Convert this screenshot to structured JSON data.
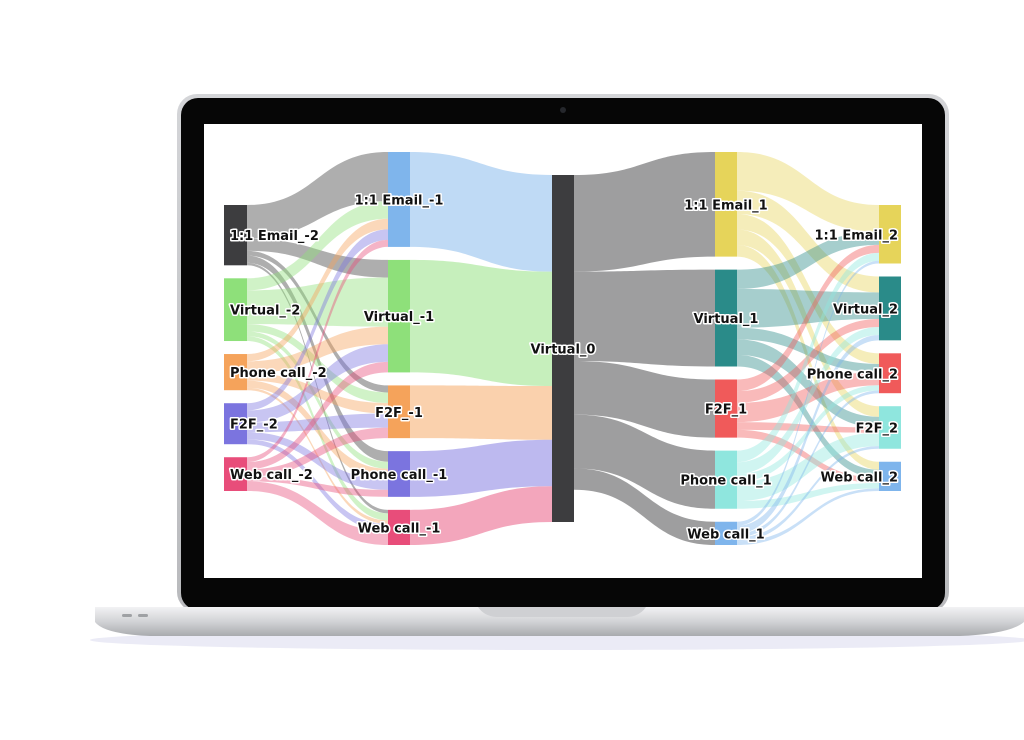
{
  "diagram": {
    "type": "sankey",
    "columns": [
      [
        "1:1 Email_-2",
        "Virtual_-2",
        "Phone call_-2",
        "F2F_-2",
        "Web call_-2"
      ],
      [
        "1:1 Email_-1",
        "Virtual_-1",
        "F2F_-1",
        "Phone call_-1",
        "Web call_-1"
      ],
      [
        "Virtual_0"
      ],
      [
        "1:1 Email_1",
        "Virtual_1",
        "F2F_1",
        "Phone call_1",
        "Web call_1"
      ],
      [
        "1:1 Email_2",
        "Virtual_2",
        "Phone call_2",
        "F2F_2",
        "Web call_2"
      ]
    ],
    "node_colors": {
      "1:1 Email_-2": "#3d3d3f",
      "Virtual_-2": "#8ee07a",
      "Phone call_-2": "#f5a35b",
      "F2F_-2": "#7b74df",
      "Web call_-2": "#e84d7a",
      "1:1 Email_-1": "#7fb5ec",
      "Virtual_-1": "#8ee07a",
      "F2F_-1": "#f5a35b",
      "Phone call_-1": "#7b74df",
      "Web call_-1": "#e84d7a",
      "Virtual_0": "#3d3d3f",
      "1:1 Email_1": "#e6d45a",
      "Virtual_1": "#2a8b89",
      "F2F_1": "#f05a5a",
      "Phone call_1": "#8fe6de",
      "Web call_1": "#7fb5ec",
      "1:1 Email_2": "#e6d45a",
      "Virtual_2": "#2a8b89",
      "Phone call_2": "#f05a5a",
      "F2F_2": "#8fe6de",
      "Web call_2": "#7fb5ec"
    },
    "links": [
      {
        "source": "1:1 Email_-2",
        "target": "1:1 Email_-1",
        "value": 14
      },
      {
        "source": "1:1 Email_-2",
        "target": "Virtual_-1",
        "value": 5
      },
      {
        "source": "1:1 Email_-2",
        "target": "F2F_-1",
        "value": 2
      },
      {
        "source": "1:1 Email_-2",
        "target": "Phone call_-1",
        "value": 3
      },
      {
        "source": "1:1 Email_-2",
        "target": "Web call_-1",
        "value": 1
      },
      {
        "source": "Virtual_-2",
        "target": "1:1 Email_-1",
        "value": 5
      },
      {
        "source": "Virtual_-2",
        "target": "Virtual_-1",
        "value": 14
      },
      {
        "source": "Virtual_-2",
        "target": "F2F_-1",
        "value": 3
      },
      {
        "source": "Virtual_-2",
        "target": "Phone call_-1",
        "value": 2
      },
      {
        "source": "Virtual_-2",
        "target": "Web call_-1",
        "value": 2
      },
      {
        "source": "Phone call_-2",
        "target": "1:1 Email_-1",
        "value": 3
      },
      {
        "source": "Phone call_-2",
        "target": "Virtual_-1",
        "value": 5
      },
      {
        "source": "Phone call_-2",
        "target": "F2F_-1",
        "value": 3
      },
      {
        "source": "Phone call_-2",
        "target": "Phone call_-1",
        "value": 3
      },
      {
        "source": "Phone call_-2",
        "target": "Web call_-1",
        "value": 1
      },
      {
        "source": "F2F_-2",
        "target": "1:1 Email_-1",
        "value": 3
      },
      {
        "source": "F2F_-2",
        "target": "Virtual_-1",
        "value": 5
      },
      {
        "source": "F2F_-2",
        "target": "F2F_-1",
        "value": 4
      },
      {
        "source": "F2F_-2",
        "target": "Phone call_-1",
        "value": 3
      },
      {
        "source": "F2F_-2",
        "target": "Web call_-1",
        "value": 2
      },
      {
        "source": "Web call_-2",
        "target": "1:1 Email_-1",
        "value": 2
      },
      {
        "source": "Web call_-2",
        "target": "Virtual_-1",
        "value": 3
      },
      {
        "source": "Web call_-2",
        "target": "F2F_-1",
        "value": 3
      },
      {
        "source": "Web call_-2",
        "target": "Phone call_-1",
        "value": 2
      },
      {
        "source": "Web call_-2",
        "target": "Web call_-1",
        "value": 4
      },
      {
        "source": "1:1 Email_-1",
        "target": "Virtual_0",
        "value": 27
      },
      {
        "source": "Virtual_-1",
        "target": "Virtual_0",
        "value": 32
      },
      {
        "source": "F2F_-1",
        "target": "Virtual_0",
        "value": 15
      },
      {
        "source": "Phone call_-1",
        "target": "Virtual_0",
        "value": 13
      },
      {
        "source": "Web call_-1",
        "target": "Virtual_0",
        "value": 10
      },
      {
        "source": "Virtual_0",
        "target": "1:1 Email_1",
        "value": 27
      },
      {
        "source": "Virtual_0",
        "target": "Virtual_1",
        "value": 25
      },
      {
        "source": "Virtual_0",
        "target": "F2F_1",
        "value": 15
      },
      {
        "source": "Virtual_0",
        "target": "Phone call_1",
        "value": 15
      },
      {
        "source": "Virtual_0",
        "target": "Web call_1",
        "value": 6
      },
      {
        "source": "1:1 Email_1",
        "target": "1:1 Email_2",
        "value": 10
      },
      {
        "source": "1:1 Email_1",
        "target": "Virtual_2",
        "value": 6
      },
      {
        "source": "1:1 Email_1",
        "target": "Phone call_2",
        "value": 4
      },
      {
        "source": "1:1 Email_1",
        "target": "F2F_2",
        "value": 4
      },
      {
        "source": "1:1 Email_1",
        "target": "Web call_2",
        "value": 3
      },
      {
        "source": "Virtual_1",
        "target": "1:1 Email_2",
        "value": 5
      },
      {
        "source": "Virtual_1",
        "target": "Virtual_2",
        "value": 10
      },
      {
        "source": "Virtual_1",
        "target": "Phone call_2",
        "value": 3
      },
      {
        "source": "Virtual_1",
        "target": "F2F_2",
        "value": 4
      },
      {
        "source": "Virtual_1",
        "target": "Web call_2",
        "value": 3
      },
      {
        "source": "F2F_1",
        "target": "1:1 Email_2",
        "value": 3
      },
      {
        "source": "F2F_1",
        "target": "Virtual_2",
        "value": 3
      },
      {
        "source": "F2F_1",
        "target": "Phone call_2",
        "value": 5
      },
      {
        "source": "F2F_1",
        "target": "F2F_2",
        "value": 2
      },
      {
        "source": "F2F_1",
        "target": "Web call_2",
        "value": 2
      },
      {
        "source": "Phone call_1",
        "target": "1:1 Email_2",
        "value": 3
      },
      {
        "source": "Phone call_1",
        "target": "Virtual_2",
        "value": 3
      },
      {
        "source": "Phone call_1",
        "target": "Phone call_2",
        "value": 2
      },
      {
        "source": "Phone call_1",
        "target": "F2F_2",
        "value": 5
      },
      {
        "source": "Phone call_1",
        "target": "Web call_2",
        "value": 2
      },
      {
        "source": "Web call_1",
        "target": "1:1 Email_2",
        "value": 1
      },
      {
        "source": "Web call_1",
        "target": "Virtual_2",
        "value": 2
      },
      {
        "source": "Web call_1",
        "target": "Phone call_2",
        "value": 1
      },
      {
        "source": "Web call_1",
        "target": "F2F_2",
        "value": 1
      },
      {
        "source": "Web call_1",
        "target": "Web call_2",
        "value": 1
      }
    ]
  }
}
